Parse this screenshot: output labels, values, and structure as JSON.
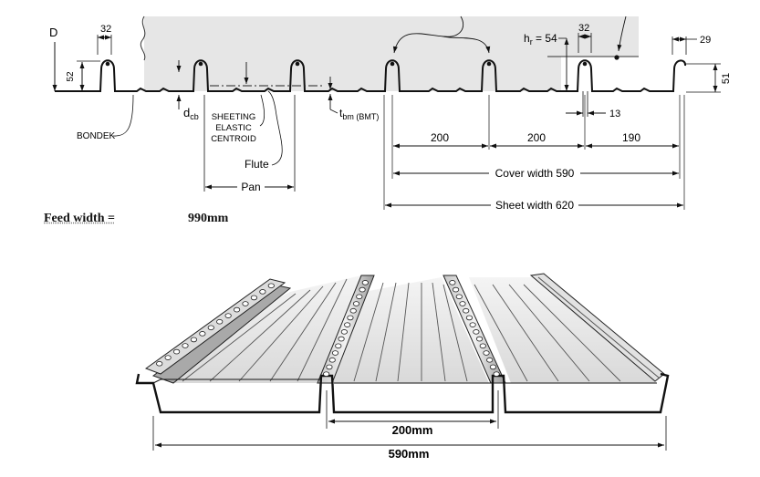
{
  "section_diagram": {
    "labels": {
      "d": "D",
      "rib_top_width": "32",
      "left_rib_height": "52",
      "d_cb": "d",
      "d_cb_sub": "cb",
      "sheeting": "SHEETING",
      "elastic": "ELASTIC",
      "centroid": "CENTROID",
      "bondek": "BONDEK",
      "flute": "Flute",
      "pan": "Pan",
      "t_bm": "t",
      "t_bm_sub": "bm (BMT)",
      "hr": "h",
      "hr_sub": "r",
      "hr_value": " = 54",
      "rib_top_width_right": "32",
      "edge_width": "29",
      "right_rib_height": "51",
      "rib_gap": "13",
      "span_1": "200",
      "span_2": "200",
      "span_3": "190",
      "cover_width": "Cover width 590",
      "sheet_width": "Sheet width 620"
    }
  },
  "feed": {
    "label": "Feed width =",
    "value": "990mm"
  },
  "perspective_drawing": {
    "labels": {
      "rib_spacing": "200mm",
      "cover_width": "590mm"
    }
  }
}
